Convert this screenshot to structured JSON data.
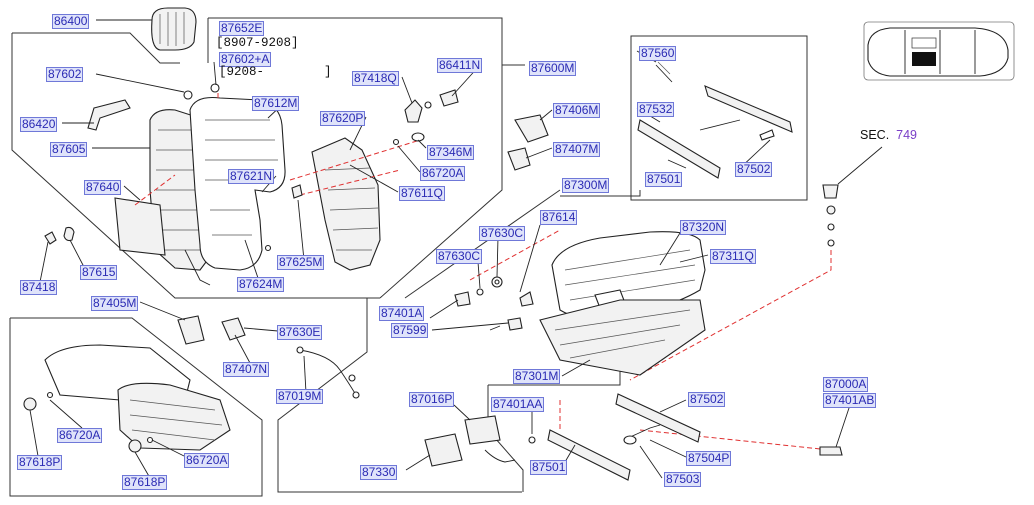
{
  "labels": {
    "86400": "86400",
    "87602a": "87602",
    "86420": "86420",
    "87605": "87605",
    "87640": "87640",
    "87615": "87615",
    "87418": "87418",
    "87652E": "87652E",
    "87602A": "87602+A",
    "87612M": "87612M",
    "87621N": "87621N",
    "87624M": "87624M",
    "87625M": "87625M",
    "87418Q": "87418Q",
    "86411N": "86411N",
    "87600M": "87600M",
    "87620P": "87620P",
    "87346M": "87346M",
    "86720A_top": "86720A",
    "87611Q": "87611Q",
    "87406M": "87406M",
    "87407M": "87407M",
    "87560": "87560",
    "87532": "87532",
    "87501_box": "87501",
    "87502_box": "87502",
    "87300M": "87300M",
    "87614": "87614",
    "87630C_a": "87630C",
    "87630C_b": "87630C",
    "87320N": "87320N",
    "87311Q": "87311Q",
    "87401A": "87401A",
    "87599": "87599",
    "87301M": "87301M",
    "87405M": "87405M",
    "87630E": "87630E",
    "87407N": "87407N",
    "87019M": "87019M",
    "86720A_l1": "86720A",
    "87618P_l1": "87618P",
    "86720A_l2": "86720A",
    "87618P_l2": "87618P",
    "87016P": "87016P",
    "87330": "87330",
    "87401AA": "87401AA",
    "87501_low": "87501",
    "87502_low": "87502",
    "87504P": "87504P",
    "87503": "87503",
    "87000A": "87000A",
    "87401AB": "87401AB"
  },
  "notes": {
    "date1": "[8907-9208]",
    "date2": "[9208-        ]"
  },
  "section": {
    "prefix": "SEC.",
    "number": "749"
  }
}
